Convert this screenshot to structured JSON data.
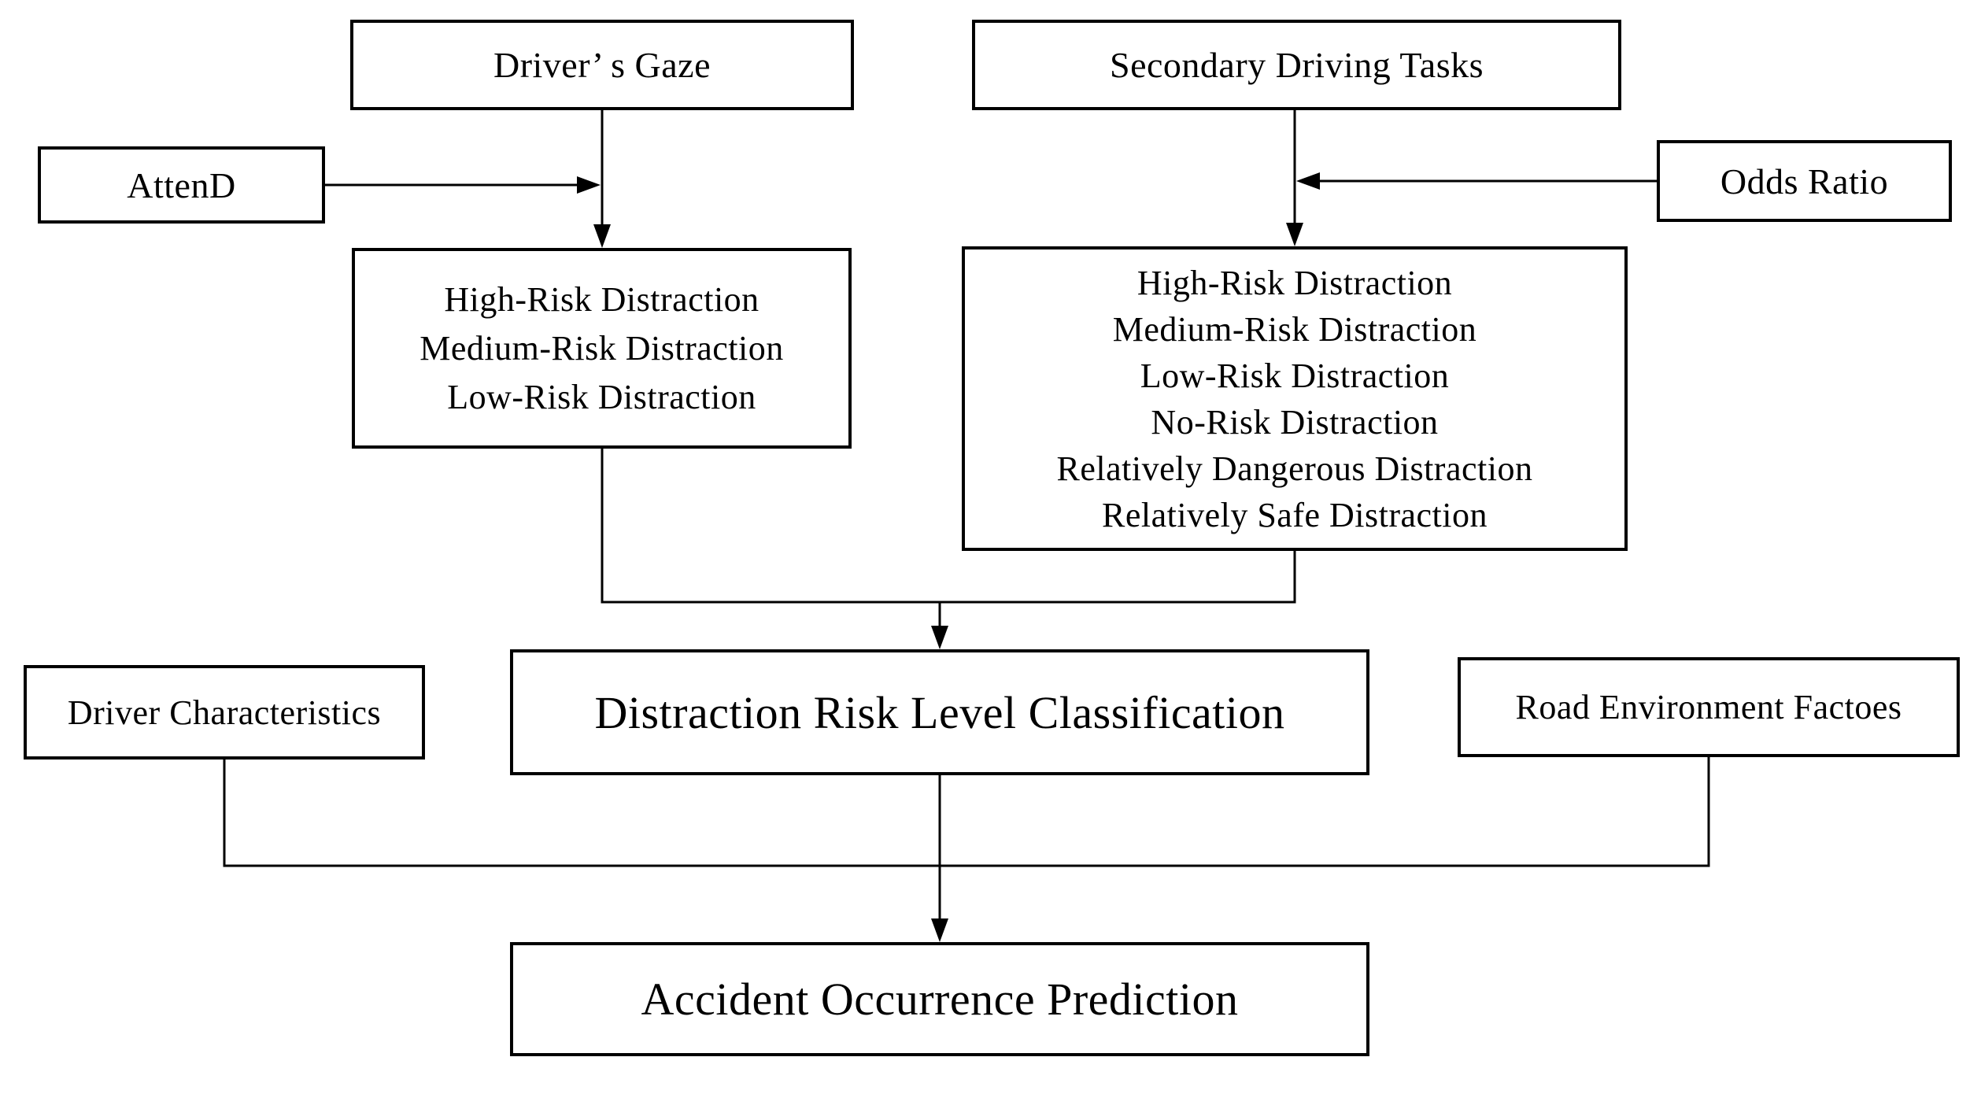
{
  "diagram": {
    "type": "flowchart",
    "colors": {
      "background": "#ffffff",
      "box_border": "#000000",
      "text": "#000000",
      "connector": "#000000"
    },
    "nodes": {
      "drivers_gaze": {
        "label": "Driver’ s  Gaze"
      },
      "secondary_tasks": {
        "label": "Secondary Driving Tasks"
      },
      "attend": {
        "label": "AttenD"
      },
      "odds_ratio": {
        "label": "Odds Ratio"
      },
      "gaze_risk_levels": {
        "lines": [
          "High-Risk Distraction",
          "Medium-Risk Distraction",
          "Low-Risk Distraction"
        ]
      },
      "task_risk_levels": {
        "lines": [
          "High-Risk Distraction",
          "Medium-Risk Distraction",
          "Low-Risk Distraction",
          "No-Risk Distraction",
          "Relatively Dangerous Distraction",
          "Relatively Safe Distraction"
        ]
      },
      "driver_characteristics": {
        "label": "Driver Characteristics"
      },
      "classification": {
        "label": "Distraction Risk Level Classification"
      },
      "road_environment": {
        "label": "Road Environment Factoes"
      },
      "accident_prediction": {
        "label": "Accident Occurrence Prediction"
      }
    },
    "edges": [
      {
        "from": "drivers_gaze",
        "to": "gaze_risk_levels",
        "arrow": true
      },
      {
        "from": "attend",
        "to": "drivers_gaze_connector",
        "arrow": true
      },
      {
        "from": "secondary_tasks",
        "to": "task_risk_levels",
        "arrow": true
      },
      {
        "from": "odds_ratio",
        "to": "secondary_tasks_connector",
        "arrow": true
      },
      {
        "from": "gaze_risk_levels",
        "to": "classification",
        "arrow": true
      },
      {
        "from": "task_risk_levels",
        "to": "classification",
        "arrow": true
      },
      {
        "from": "driver_characteristics",
        "to": "accident_prediction",
        "arrow": true
      },
      {
        "from": "road_environment",
        "to": "accident_prediction",
        "arrow": true
      },
      {
        "from": "classification",
        "to": "accident_prediction",
        "arrow": true
      }
    ]
  }
}
